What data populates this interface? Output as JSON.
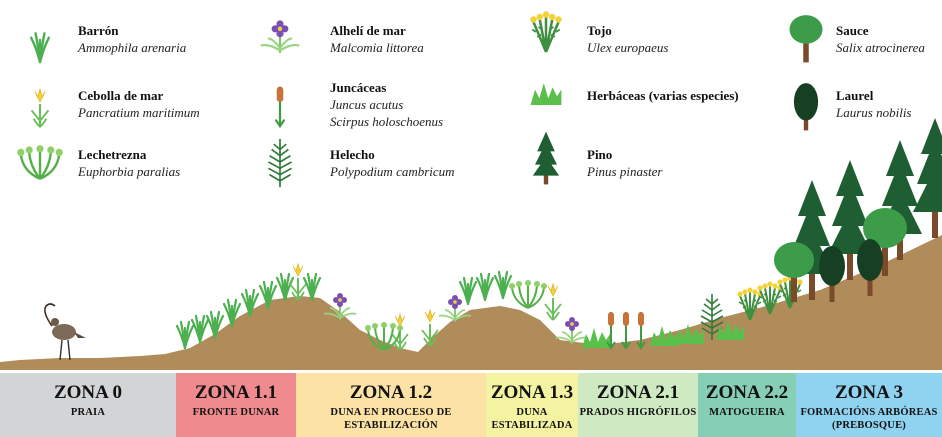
{
  "legend": [
    {
      "name": "Barrón",
      "sci": [
        "Ammophila arenaria"
      ],
      "icon": "marram-grass-icon"
    },
    {
      "name": "Cebolla de mar",
      "sci": [
        "Pancratium maritimum"
      ],
      "icon": "sea-daffodil-icon"
    },
    {
      "name": "Lechetrezna",
      "sci": [
        "Euphorbia paralias"
      ],
      "icon": "sea-spurge-icon"
    },
    {
      "name": "Alhelí de mar",
      "sci": [
        "Malcomia littorea"
      ],
      "icon": "sea-stock-icon"
    },
    {
      "name": "Juncáceas",
      "sci": [
        "Juncus acutus",
        "Scirpus holoschoenus"
      ],
      "icon": "rush-icon"
    },
    {
      "name": "Helecho",
      "sci": [
        "Polypodium cambricum"
      ],
      "icon": "fern-icon"
    },
    {
      "name": "Tojo",
      "sci": [
        "Ulex europaeus"
      ],
      "icon": "gorse-icon"
    },
    {
      "name": "Herbáceas (varias especies)",
      "sci": [],
      "icon": "herbs-icon"
    },
    {
      "name": "Pino",
      "sci": [
        "Pinus pinaster"
      ],
      "icon": "pine-icon"
    },
    {
      "name": "Sauce",
      "sci": [
        "Salix atrocinerea"
      ],
      "icon": "willow-icon"
    },
    {
      "name": "Laurel",
      "sci": [
        "Laurus nobilis"
      ],
      "icon": "laurel-icon"
    }
  ],
  "zones": [
    {
      "title": "ZONA 0",
      "sub": [
        "PRAIA"
      ],
      "color": "#d3d4d6"
    },
    {
      "title": "ZONA 1.1",
      "sub": [
        "FRONTE DUNAR"
      ],
      "color": "#ef8a8e"
    },
    {
      "title": "ZONA 1.2",
      "sub": [
        "DUNA EN PROCESO DE",
        "ESTABILIZACIÓN"
      ],
      "color": "#fde2a6"
    },
    {
      "title": "ZONA 1.3",
      "sub": [
        "DUNA",
        "ESTABILIZADA"
      ],
      "color": "#f4f3a2"
    },
    {
      "title": "ZONA 2.1",
      "sub": [
        "PRADOS HIGRÓFILOS"
      ],
      "color": "#cfe9c3"
    },
    {
      "title": "ZONA 2.2",
      "sub": [
        "MATOGUEIRA"
      ],
      "color": "#86cfb6"
    },
    {
      "title": "ZONA 3",
      "sub": [
        "FORMACIÓNS ARBÓREAS",
        "(PREBOSQUE)"
      ],
      "color": "#8fd3f1"
    }
  ],
  "colors": {
    "sand": "#b08c5a",
    "plant_green": "#4caf50",
    "tree_dark": "#1f5e32",
    "flower_yellow": "#f4d23a",
    "flower_purple": "#7a4fb3"
  }
}
